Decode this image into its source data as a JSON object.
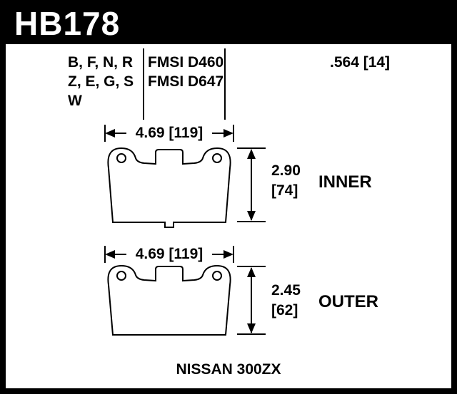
{
  "header": {
    "part_number": "HB178"
  },
  "spec_table": {
    "compound_rows": [
      "B, F, N, R",
      "Z, E, G, S",
      "W"
    ],
    "fmsi_rows": [
      "FMSI D460",
      "FMSI D647"
    ],
    "pad_thickness": ".564 [14]"
  },
  "inner_pad": {
    "width_dim": "4.69 [119]",
    "height_in": "2.90",
    "height_mm": "[74]",
    "label": "INNER"
  },
  "outer_pad": {
    "width_dim": "4.69 [119]",
    "height_in": "2.45",
    "height_mm": "[62]",
    "label": "OUTER"
  },
  "footer": {
    "vehicle": "NISSAN 300ZX"
  },
  "colors": {
    "background": "#000000",
    "panel": "#ffffff",
    "text": "#000000"
  }
}
